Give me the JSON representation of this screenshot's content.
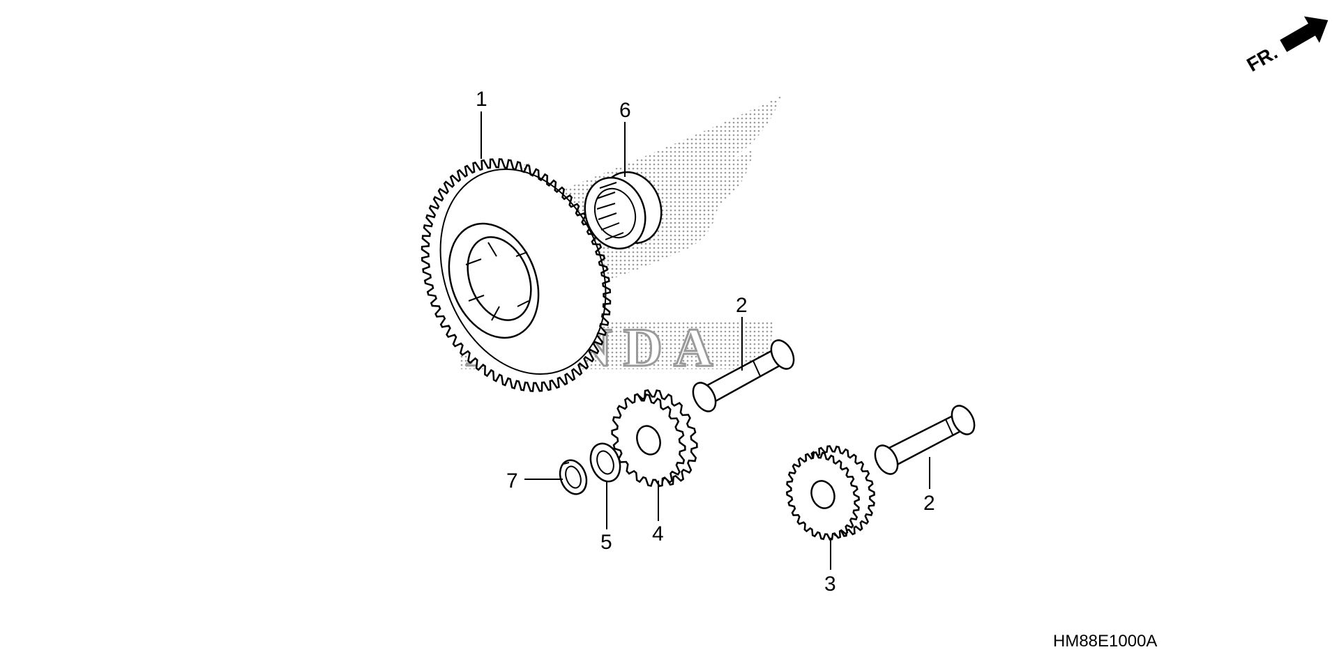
{
  "diagram_code": "HM88E1000A",
  "direction_label": "FR.",
  "watermark_text": "HONDA",
  "watermark_icon": "honda-wing-logo",
  "callouts": [
    "1",
    "2",
    "2",
    "3",
    "4",
    "5",
    "6",
    "7"
  ],
  "parts": [
    {
      "ref": "1",
      "icon": "large-gear-icon"
    },
    {
      "ref": "2",
      "icon": "shaft-pin-icon"
    },
    {
      "ref": "3",
      "icon": "small-gear-icon"
    },
    {
      "ref": "4",
      "icon": "small-gear-icon"
    },
    {
      "ref": "5",
      "icon": "washer-icon"
    },
    {
      "ref": "6",
      "icon": "needle-bearing-icon"
    },
    {
      "ref": "7",
      "icon": "circlip-icon"
    }
  ]
}
